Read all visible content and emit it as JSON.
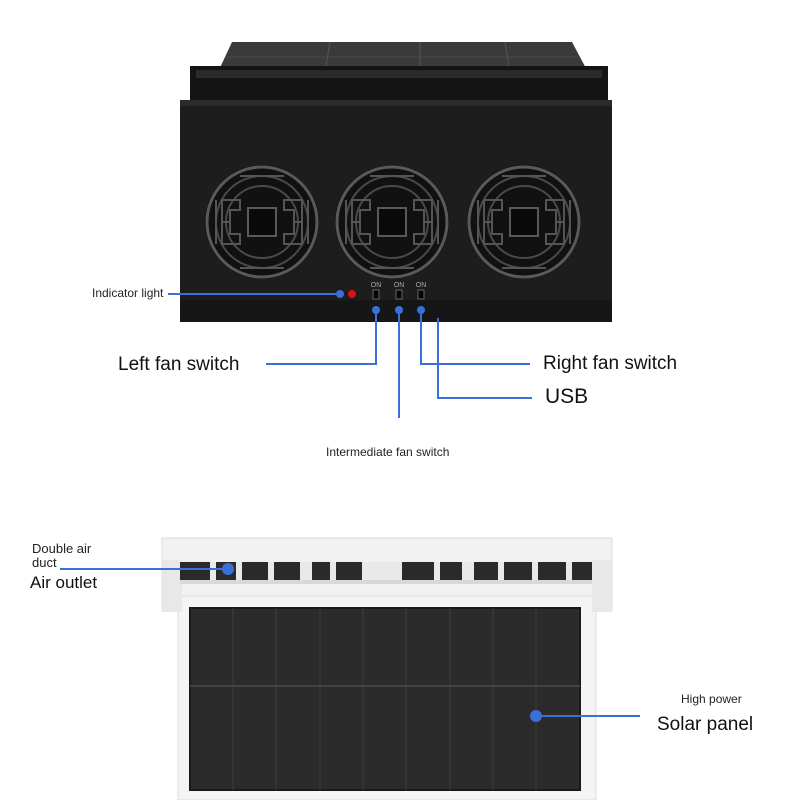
{
  "top_product": {
    "switch_marks": [
      "ON",
      "ON",
      "ON"
    ],
    "labels": {
      "indicator_light": "Indicator light",
      "left_fan_switch": "Left fan switch",
      "right_fan_switch": "Right fan switch",
      "usb": "USB",
      "intermediate_fan_switch": "Intermediate fan switch"
    }
  },
  "bottom_product": {
    "labels": {
      "double_air_duct_line1": "Double air",
      "double_air_duct_line2": "duct",
      "air_outlet": "Air outlet",
      "high_power": "High power",
      "solar_panel": "Solar panel"
    }
  },
  "colors": {
    "callout_line": "#3a6fd8",
    "callout_dot": "#3a6fd8",
    "indicator_led": "#e01010",
    "fan_body": "#1a1a1a",
    "frame_white": "#f2f2f2",
    "solar_cell": "#2a2a2a"
  }
}
